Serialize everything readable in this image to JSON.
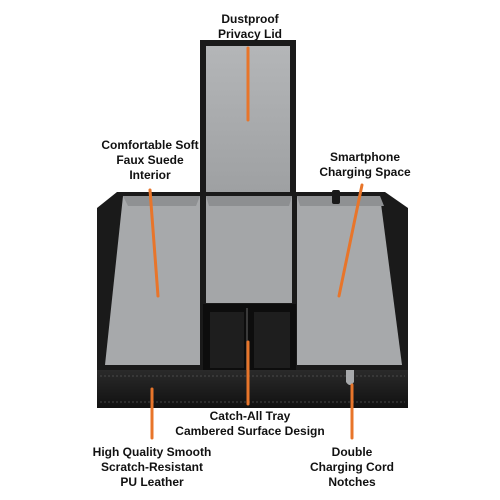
{
  "callouts": {
    "lid": {
      "lines": [
        "Dustproof",
        "Privacy Lid"
      ]
    },
    "interior": {
      "lines": [
        "Comfortable Soft",
        "Faux Suede",
        "Interior"
      ]
    },
    "phone": {
      "lines": [
        "Smartphone",
        "Charging Space"
      ]
    },
    "tray": {
      "lines": [
        "Catch-All Tray",
        "Cambered Surface Design"
      ]
    },
    "leather": {
      "lines": [
        "High Quality Smooth",
        "Scratch-Resistant",
        "PU Leather"
      ]
    },
    "notches": {
      "lines": [
        "Double",
        "Charging Cord",
        "Notches"
      ]
    }
  },
  "colors": {
    "accent": "#e8752a",
    "leather": "#1c1c1c",
    "suede": "#a7a9ab",
    "text": "#111111"
  }
}
